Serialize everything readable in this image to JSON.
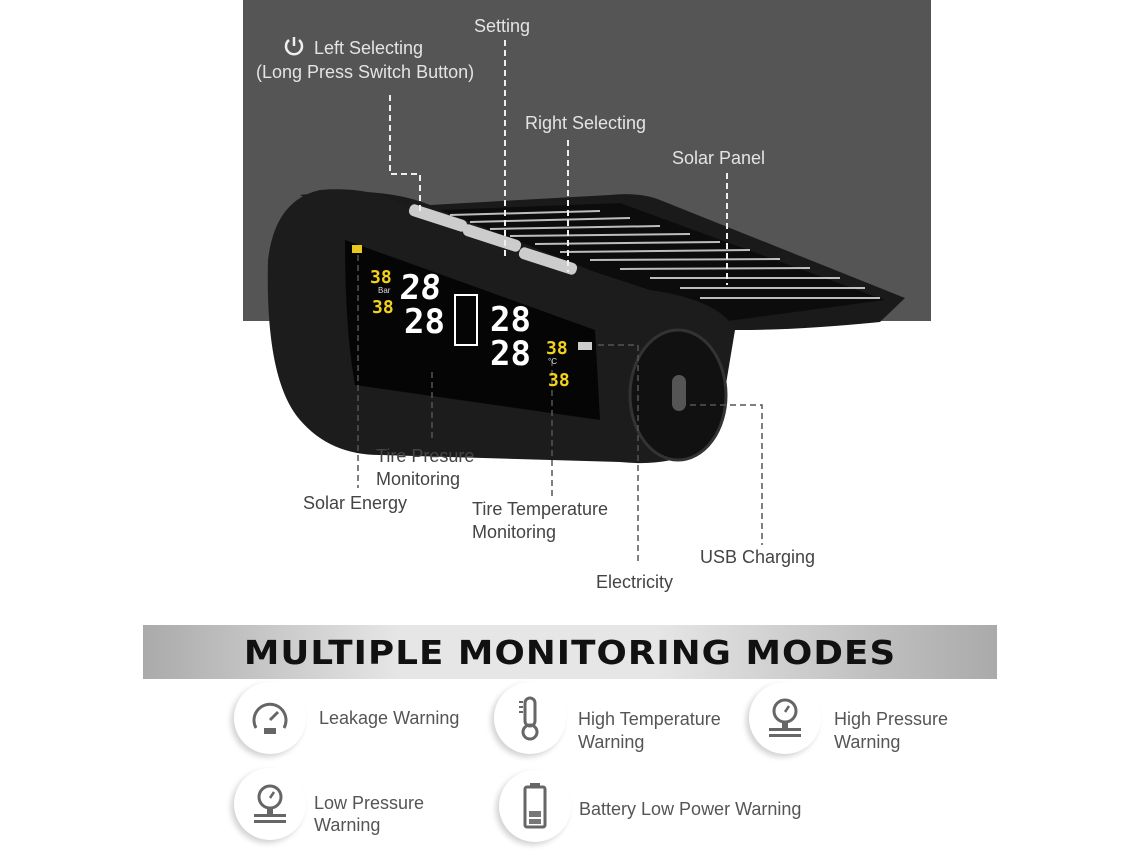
{
  "callouts": {
    "left_selecting": "Left Selecting",
    "long_press": "(Long Press Switch Button)",
    "setting": "Setting",
    "right_selecting": "Right Selecting",
    "solar_panel": "Solar Panel",
    "tire_pressure_1": "Tire Presure",
    "tire_pressure_2": "Monitoring",
    "solar_energy": "Solar Energy",
    "tire_temp_1": "Tire Temperature",
    "tire_temp_2": "Monitoring",
    "usb_charging": "USB Charging",
    "electricity": "Electricity"
  },
  "lcd": {
    "small_top_left": "38",
    "small_bottom_left": "38",
    "unit_pressure": "Bar",
    "big_tl": "28",
    "big_bl": "28",
    "big_tr": "28",
    "big_br": "28",
    "small_top_right": "38",
    "small_bottom_right": "38",
    "unit_temp": "°C"
  },
  "banner": {
    "title": "MULTIPLE MONITORING MODES"
  },
  "modes": [
    {
      "icon": "speedometer-icon",
      "label_1": "Leakage Warning",
      "label_2": ""
    },
    {
      "icon": "thermometer-icon",
      "label_1": "High Temperature",
      "label_2": "Warning"
    },
    {
      "icon": "pressure-gauge-icon",
      "label_1": "High Pressure",
      "label_2": "Warning"
    },
    {
      "icon": "pressure-gauge-icon",
      "label_1": "Low Pressure",
      "label_2": "Warning"
    },
    {
      "icon": "battery-icon",
      "label_1": "Battery Low Power Warning",
      "label_2": ""
    }
  ],
  "colors": {
    "dark_bg": "#555555",
    "lcd_yellow": "#f2d21a",
    "lcd_white": "#ffffff"
  }
}
